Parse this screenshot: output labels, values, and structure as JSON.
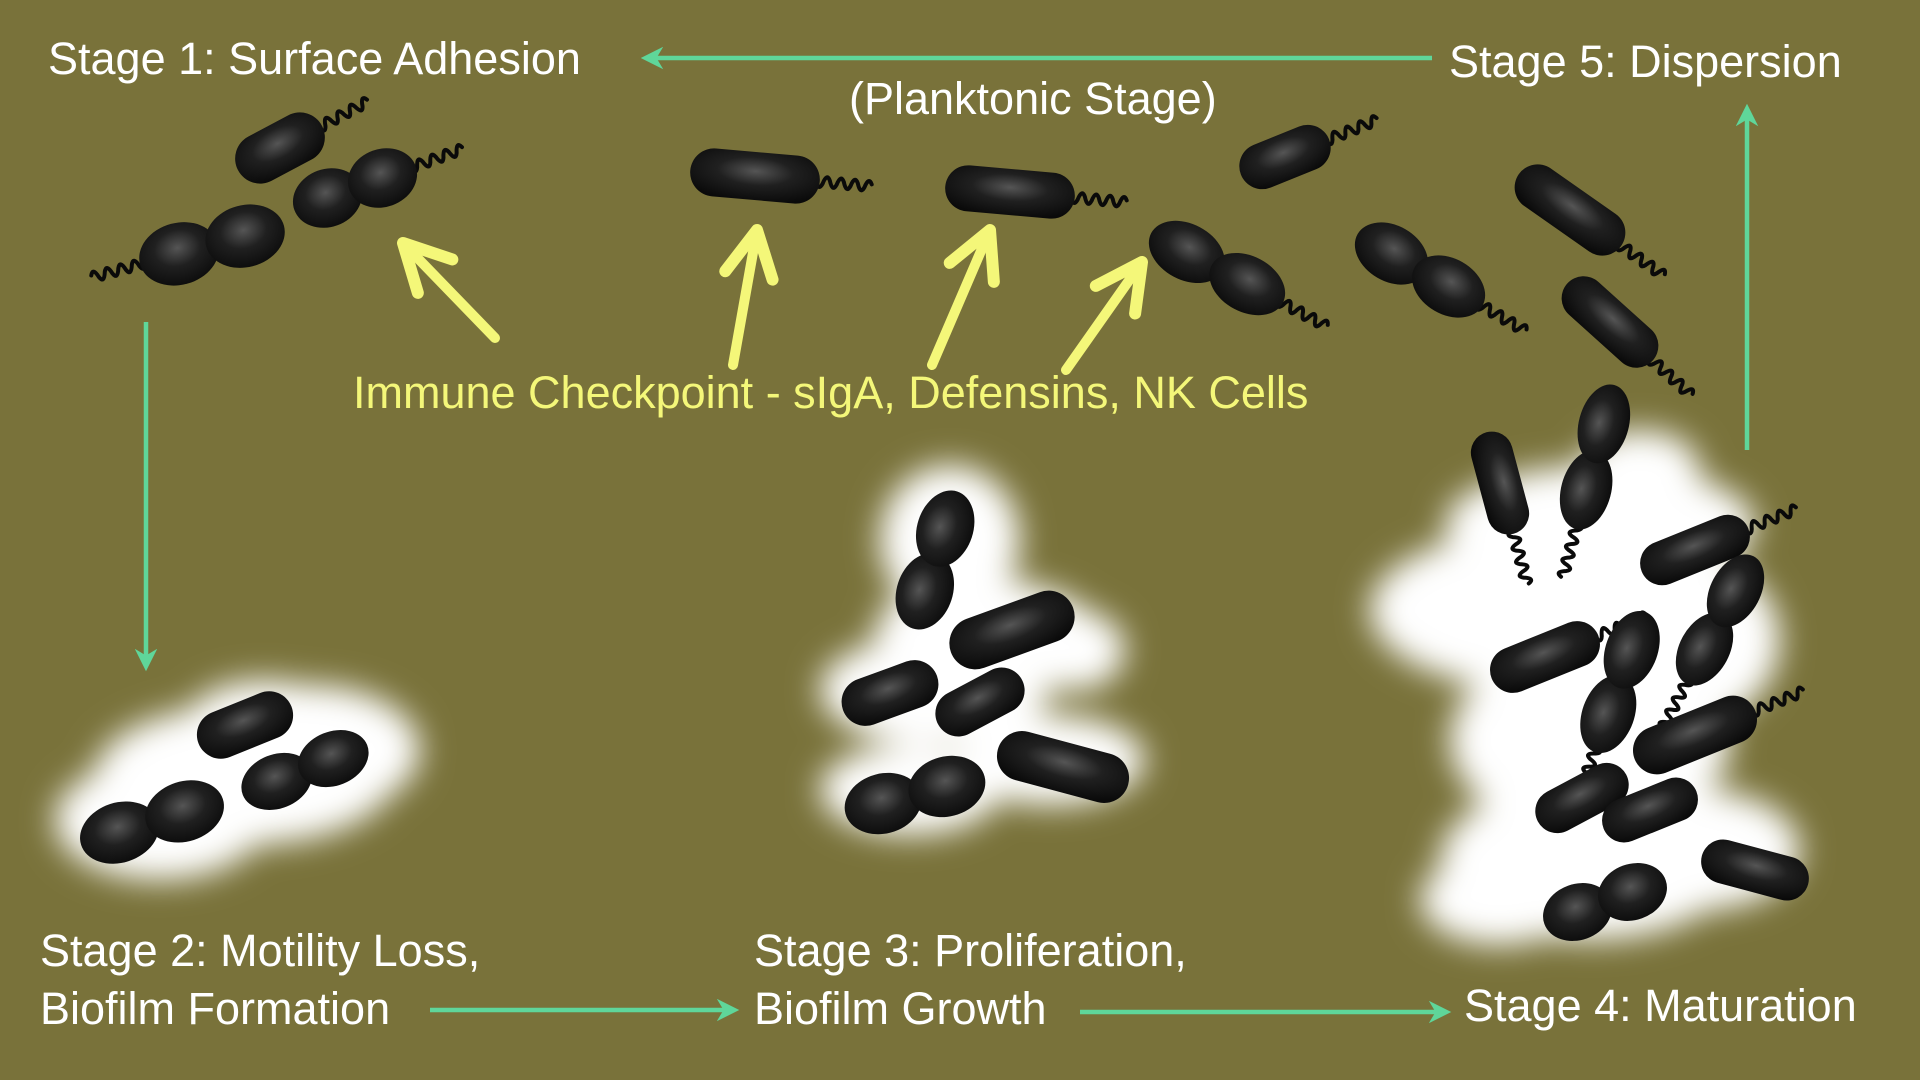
{
  "diagram": {
    "colors": {
      "background": "#79723a",
      "flow_arrow": "#5fd69a",
      "immune_arrow": "#f4f779",
      "stage_text": "#ffffff",
      "immune_text": "#f4f779",
      "bacterium": "#141414",
      "biofilm": "#ffffff"
    },
    "stages": {
      "s1": {
        "line1": "Stage 1: Surface Adhesion"
      },
      "s2": {
        "line1": "Stage 2: Motility Loss,",
        "line2": "Biofilm Formation"
      },
      "s3": {
        "line1": "Stage 3: Proliferation,",
        "line2": "Biofilm Growth"
      },
      "s4": {
        "line1": "Stage 4: Maturation"
      },
      "s5": {
        "line1": "Stage 5: Dispersion"
      }
    },
    "planktonic_label": "(Planktonic Stage)",
    "immune_label": "Immune Checkpoint - sIgA, Defensins, NK Cells",
    "icons": {
      "bacterium": "rod-shaped-bacterium-icon",
      "biofilm": "biofilm-cloud-icon",
      "arrow": "arrow-icon"
    }
  }
}
